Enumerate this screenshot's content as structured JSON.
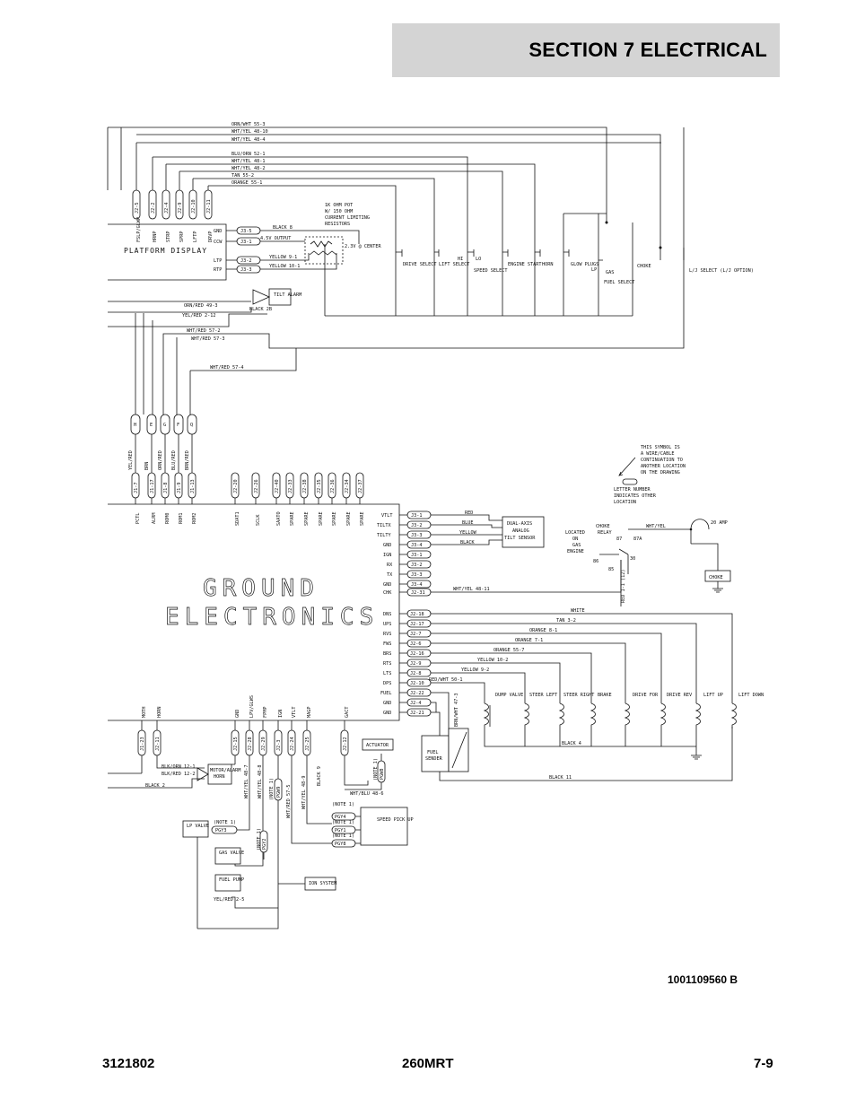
{
  "header": {
    "section_title": "SECTION 7   ELECTRICAL"
  },
  "footer": {
    "doc_number": "3121802",
    "model": "260MRT",
    "page": "7-9"
  },
  "drawing_number": "1001109560 B",
  "wire_labels_top": [
    "ORN/WHT 55-3",
    "WHT/YEL 48-10",
    "WHT/YEL 48-4",
    "BLU/ORN 52-1",
    "WHT/YEL 48-1",
    "WHT/YEL 48-2",
    "TAN 55-2",
    "ORANGE 55-1"
  ],
  "platform_connectors": [
    "J2-5",
    "J2-2",
    "J2-4",
    "J2-9",
    "J2-10",
    "J2-11"
  ],
  "platform_pins": [
    "FSLP/GLWP",
    "HRNP",
    "STRP",
    "SPRP",
    "LFTP",
    "DRVP"
  ],
  "platform_left_pins": [
    {
      "pin": "GND",
      "conn": "J3-5"
    },
    {
      "pin": "CCW",
      "conn": "J3-1"
    },
    {
      "pin": "LTP",
      "conn": "J3-2"
    },
    {
      "pin": "RTP",
      "conn": "J3-3"
    }
  ],
  "platform_display_label": "PLATFORM DISPLAY",
  "pot_note": [
    "1K OHM POT",
    "W/ 150 OHM",
    "CURRENT LIMITING",
    "RESISTORS"
  ],
  "pot_wires": [
    "BLACK 8",
    "4.5V OUTPUT",
    "YELLOW 9-1",
    "YELLOW 10-1"
  ],
  "pot_center": "2.3V @ CENTER",
  "tilt_alarm": "TILT ALARM",
  "tilt_wires": [
    "ORN/RED 49-3",
    "YEL/RED 2-12",
    "BLACK 2B",
    "WHT/RED 57-2",
    "WHT/RED 57-3",
    "WHT/RED 57-4"
  ],
  "switches": [
    {
      "label": "DRIVE SELECT"
    },
    {
      "label": "LIFT SELECT"
    },
    {
      "label": "SPEED SELECT"
    },
    {
      "label": "ENGINE START"
    },
    {
      "label": "HORN"
    },
    {
      "label": "GLOW PLUGS"
    },
    {
      "label": "FUEL SELECT"
    },
    {
      "label": "CHOKE"
    },
    {
      "label": "L/J SELECT (L/J OPTION)"
    }
  ],
  "speed_hi_lo": [
    "HI",
    "LO"
  ],
  "fuel_lp_gas": [
    "LP",
    "GAS"
  ],
  "mid_letters": [
    "H",
    "E",
    "G",
    "F",
    "Q"
  ],
  "mid_wire_colors": [
    "YEL/RED",
    "BRN",
    "ORN/RED",
    "BLU/RED",
    "BRN/RED"
  ],
  "ground_left_connectors": [
    "J1-7",
    "J1-17",
    "J1-8",
    "J1-9",
    "J1-13"
  ],
  "ground_left_pins": [
    "PCTL",
    "ALRM",
    "ROM0",
    "ROM1",
    "ROM2"
  ],
  "ground_top_connectors": [
    "J2-20",
    "J2-26",
    "J2-40",
    "J2-33",
    "J2-38",
    "J2-35",
    "J2-36",
    "J2-34",
    "J2-37"
  ],
  "ground_top_pins": [
    "SDAT1",
    "SCLK",
    "SAATO",
    "SPARE",
    "SPARE",
    "SPARE",
    "SPARE",
    "SPARE",
    "SPARE"
  ],
  "ground_title": [
    "GROUND",
    "ELECTRONICS"
  ],
  "ground_right_pins": [
    {
      "pin": "VTLT",
      "conn": "J3-1"
    },
    {
      "pin": "TILTX",
      "conn": "J3-2"
    },
    {
      "pin": "TILTY",
      "conn": "J3-3"
    },
    {
      "pin": "GND",
      "conn": "J3-4"
    },
    {
      "pin": "IGN",
      "conn": "J3-1"
    },
    {
      "pin": "RX",
      "conn": "J3-2"
    },
    {
      "pin": "TX",
      "conn": "J3-3"
    },
    {
      "pin": "GND",
      "conn": "J3-4"
    },
    {
      "pin": "CHK",
      "conn": "J2-31"
    }
  ],
  "ground_right_pins2": [
    {
      "pin": "DNS",
      "conn": "J2-18"
    },
    {
      "pin": "UPS",
      "conn": "J2-17"
    },
    {
      "pin": "RVS",
      "conn": "J2-7"
    },
    {
      "pin": "FWS",
      "conn": "J2-6"
    },
    {
      "pin": "BRS",
      "conn": "J2-16"
    },
    {
      "pin": "RTS",
      "conn": "J2-9"
    },
    {
      "pin": "LTS",
      "conn": "J2-8"
    },
    {
      "pin": "DPS",
      "conn": "J2-10"
    },
    {
      "pin": "FUEL",
      "conn": "J2-22"
    },
    {
      "pin": "GND",
      "conn": "J2-4"
    },
    {
      "pin": "GND",
      "conn": "J2-21"
    }
  ],
  "tilt_sensor_wires": [
    "RED",
    "BLUE",
    "YELLOW",
    "BLACK"
  ],
  "tilt_sensor_label": [
    "DUAL-AXIS",
    "ANALOG",
    "TILT SENSOR"
  ],
  "chk_wire": "WHT/YEL 48-11",
  "valve_wires": [
    "WHITE",
    "TAN 3-2",
    "ORANGE 8-1",
    "ORANGE 7-1",
    "ORANGE 55-7",
    "YELLOW 10-2",
    "YELLOW 9-2",
    "RED/WHT 50-1"
  ],
  "valves": [
    "DUMP VALVE",
    "STEER LEFT",
    "STEER RIGHT",
    "BRAKE",
    "DRIVE FOR",
    "DRIVE REV",
    "LIFT UP",
    "LIFT DOWN"
  ],
  "valve_black": [
    "BLACK 4",
    "BLACK 11"
  ],
  "fuel_sender": [
    "FUEL",
    "SENDER"
  ],
  "fuel_sender_wire": "BRN/WHT 47-3",
  "actuator": "ACTUATOR",
  "symbol_note": [
    "THIS SYMBOL IS",
    "A WIRE/CABLE",
    "CONTINUATION TO",
    "ANOTHER LOCATION",
    "ON THE DRAWING"
  ],
  "letter_note": [
    "LETTER NUMBER",
    "INDICATES OTHER",
    "LOCATION"
  ],
  "choke_relay": {
    "located": [
      "LOCATED",
      "ON",
      "GAS",
      "ENGINE"
    ],
    "relay": [
      "CHOKE",
      "RELAY"
    ],
    "terminals": [
      "87",
      "87A",
      "86",
      "85",
      "30"
    ],
    "wire": "WHT/YEL",
    "fuse": "20 AMP",
    "red_wire": "RED 1-1 (12)",
    "choke": "CHOKE"
  },
  "bottom_connectors": [
    "J1-23",
    "J2-11",
    "J2-15",
    "J2-28",
    "J2-29",
    "J2-3",
    "J2-24",
    "J2-25",
    "J2-12"
  ],
  "bottom_pins": [
    "MOTH",
    "HORN",
    "GND",
    "LPV/GLWS",
    "FPMP",
    "IGN",
    "VTLT",
    "MAGP",
    "GACT"
  ],
  "bottom_devices": [
    "LP VALVE",
    "GAS VALVE",
    "FUEL PUMP",
    "ION SYSTEM",
    "SPEED PICK UP"
  ],
  "bottom_plugs": [
    "PGY3",
    "PGY2",
    "PGW9",
    "PGY4",
    "PGY1",
    "PGY8",
    "PGW8"
  ],
  "bottom_notes": [
    "(NOTE 1)"
  ],
  "bottom_wires": [
    "YEL/RED 2-5",
    "BLACK 2",
    "BLK/ORN 12-1",
    "BLK/RED 12-2",
    "WHT/YEL 48-7",
    "WHT/YEL 48-8",
    "WHT/RED 57-5",
    "WHT/YEL 48-9",
    "BLACK 9",
    "WHT/BLU 48-6"
  ],
  "horn_label": [
    "MOTOR/ALARM",
    "HORN"
  ]
}
